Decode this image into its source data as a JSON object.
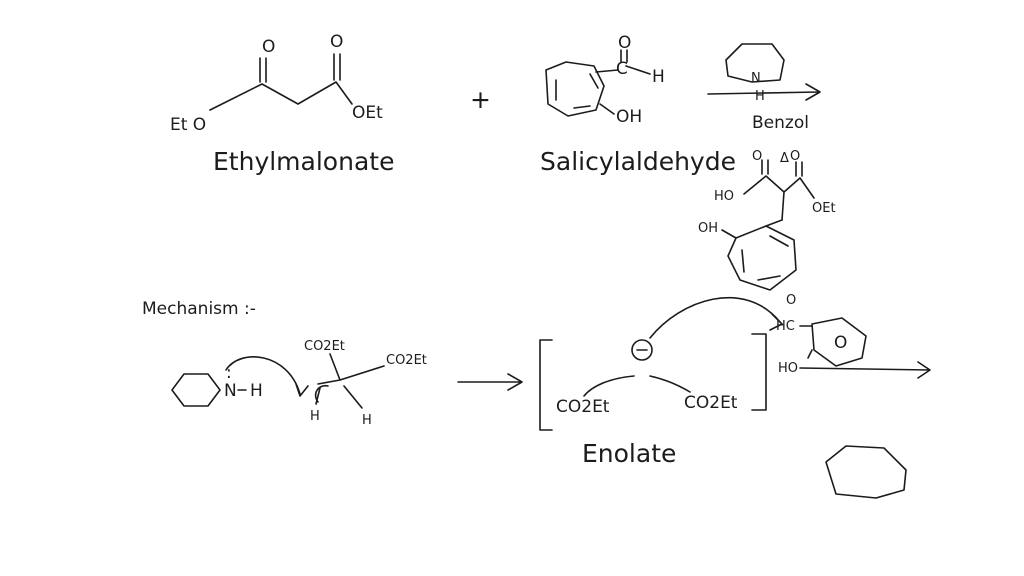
{
  "reaction": {
    "reactant1": {
      "name": "Ethylmalonate",
      "atoms": {
        "o_left": "O",
        "o_right": "O",
        "oet_right": "OEt",
        "eto_left": "Et O"
      }
    },
    "plus": "+",
    "reactant2": {
      "name": "Salicylaldehyde",
      "atoms": {
        "o_ald": "O",
        "c_ald": "C",
        "h_ald": "H",
        "oh": "OH"
      }
    },
    "reagent": {
      "n": "N",
      "h": "H",
      "solvent": "Benzol",
      "heat": "Δ"
    },
    "product": {
      "atoms": {
        "o1": "O",
        "o2": "O",
        "ho": "HO",
        "oet": "OEt",
        "oh": "OH"
      }
    }
  },
  "mechanism": {
    "heading": "Mechanism :-",
    "piperidine": {
      "n": "N",
      "h": "H",
      "lone_pair": ":"
    },
    "substrate": {
      "top": "CO2Et",
      "right": "CO2Et",
      "h_left": "H",
      "h_right": "H"
    },
    "enolate": {
      "charge": "⊖",
      "left_group": "CO2Et",
      "right_group": "CO2Et",
      "label": "Enolate"
    },
    "aldehyde_fragment": {
      "o": "O",
      "hc": "HC",
      "ring_o": "O",
      "ho": "HO"
    }
  }
}
